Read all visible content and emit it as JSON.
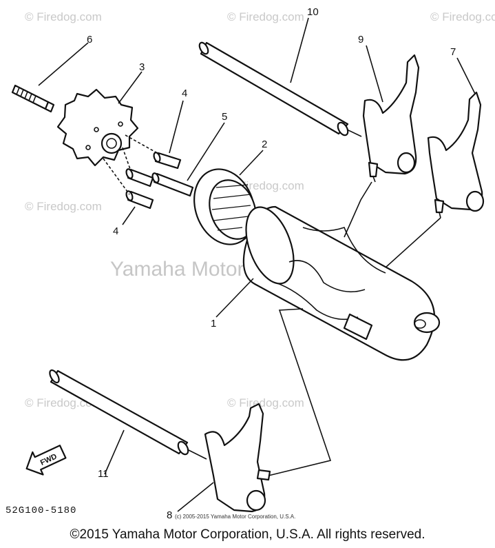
{
  "watermarks": {
    "short": "© Firedog.com",
    "center": "Yamaha Motor Corp. U.S.A."
  },
  "callouts": [
    "1",
    "2",
    "3",
    "4",
    "4",
    "5",
    "6",
    "7",
    "8",
    "9",
    "10",
    "11"
  ],
  "fwd_label": "FWD",
  "diagram_code": "52G100-5180",
  "small_copyright": "(c) 2005-2015 Yamaha Motor Corporation, U.S.A.",
  "copyright_footer": "©2015 Yamaha Motor Corporation, U.S.A. All rights reserved."
}
